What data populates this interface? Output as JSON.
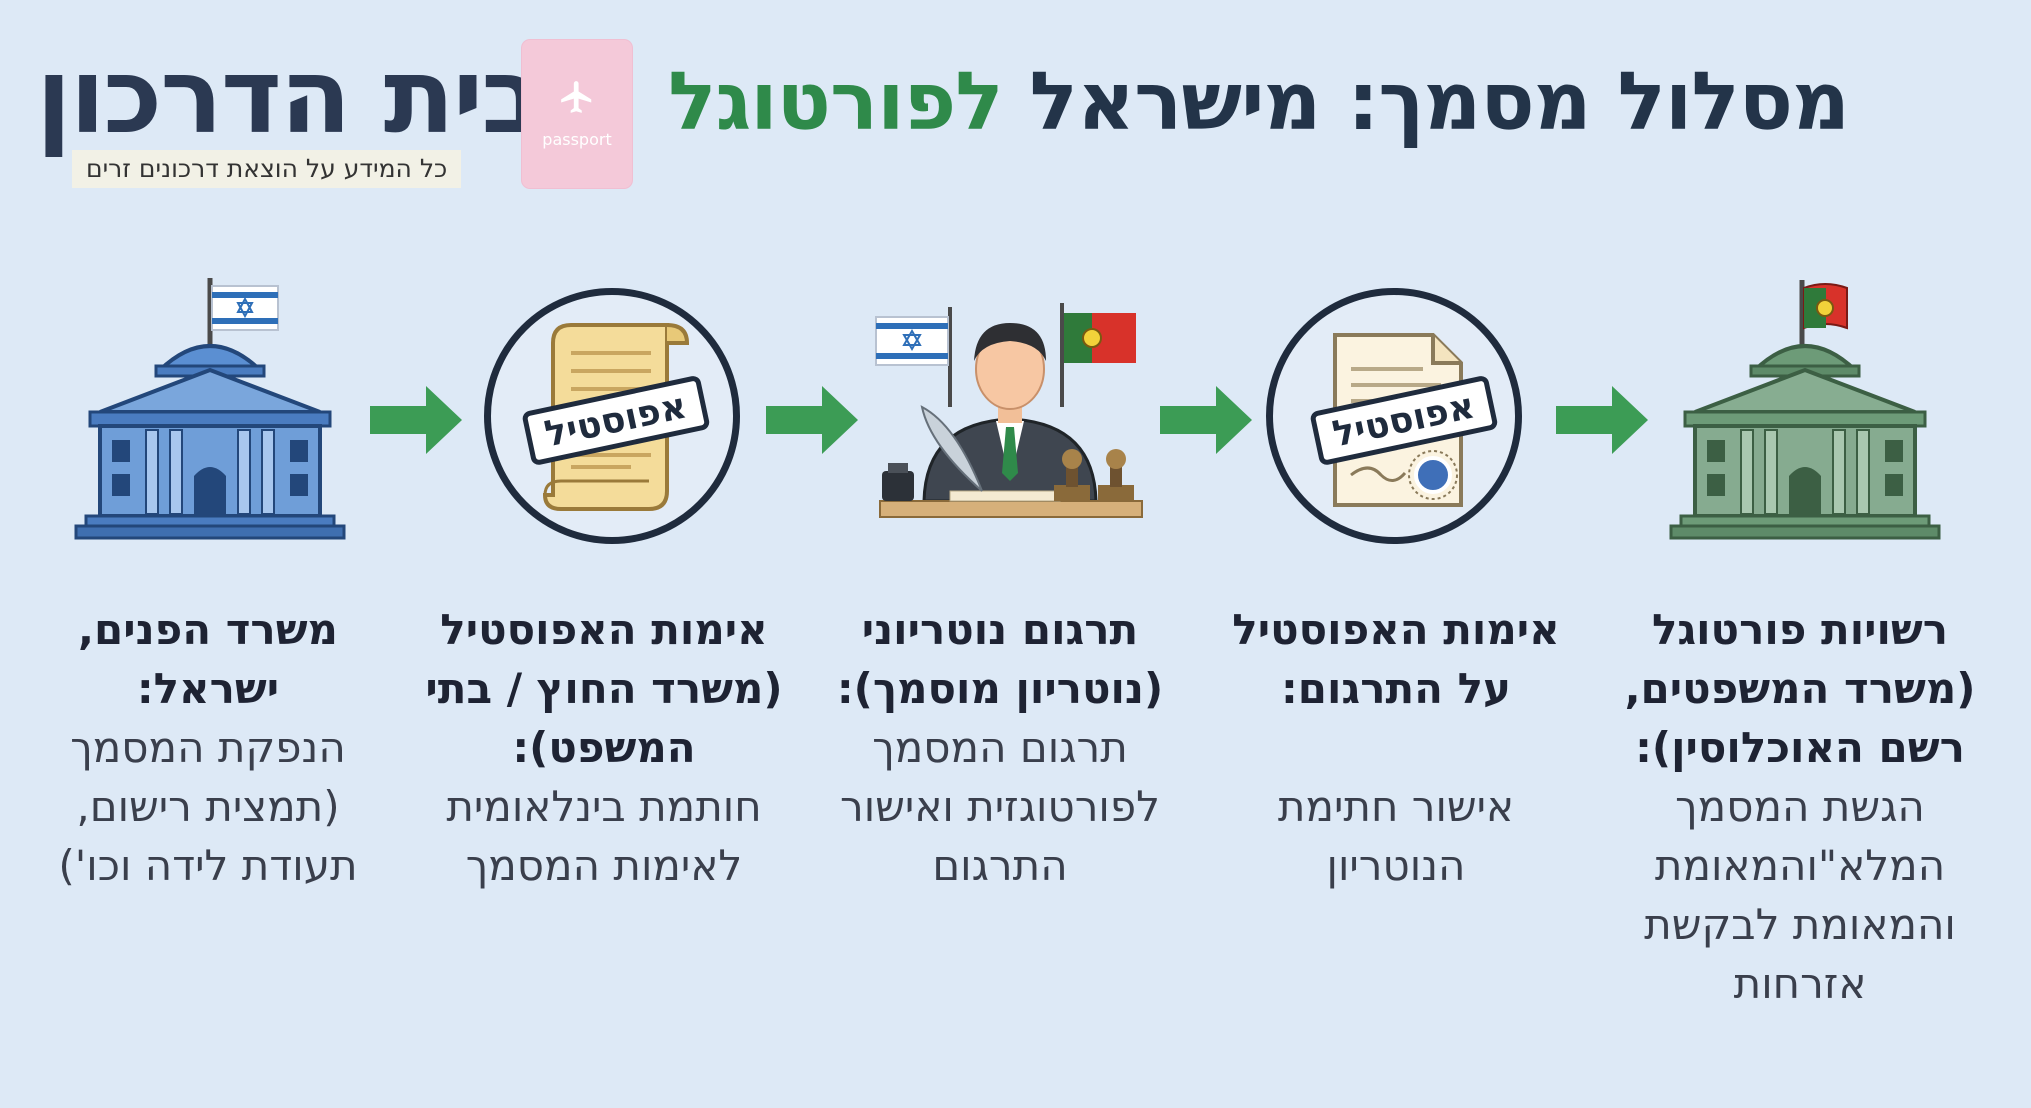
{
  "header": {
    "title_prefix": "מסלול מסמך: מישראל ",
    "title_accent": "לפורטוגל"
  },
  "logo": {
    "name": "בית הדרכון",
    "tagline": "כל המידע על הוצאת דרכונים זרים",
    "passport_label": "passport"
  },
  "colors": {
    "background": "#dde9f6",
    "accent_green": "#2f8a4a",
    "arrow_green": "#3c9c55",
    "israel_blue": "#2e6fb8",
    "portugal_green": "#5f8f6a",
    "portugal_red": "#d8322a"
  },
  "steps": [
    {
      "icon": "israel-government-building-icon",
      "title": "משרד הפנים, ישראל:",
      "description": "הנפקת המסמך (תמצית רישום, תעודת לידה וכו')"
    },
    {
      "icon": "apostille-scroll-icon",
      "stamp": "אפוסטיל",
      "title": "אימות האפוסטיל (משרד החוץ / בתי המשפט):",
      "description": "חותמת בינלאומית לאימות המסמך"
    },
    {
      "icon": "notary-translator-icon",
      "title": "תרגום נוטריוני (נוטריון מוסמך):",
      "description": "תרגום המסמך לפורטוגזית ואישור התרגום"
    },
    {
      "icon": "apostille-certificate-icon",
      "stamp": "אפוסטיל",
      "title": "אימות האפוסטיל על התרגום:",
      "description": "אישור חתימת הנוטריון"
    },
    {
      "icon": "portugal-government-building-icon",
      "title": "רשויות פורטוגל (משרד המשפטים, רשם האוכלוסין):",
      "description": "הגשת המסמך המלא\"והמאומת והמאומת לבקשת אזרחות"
    }
  ]
}
